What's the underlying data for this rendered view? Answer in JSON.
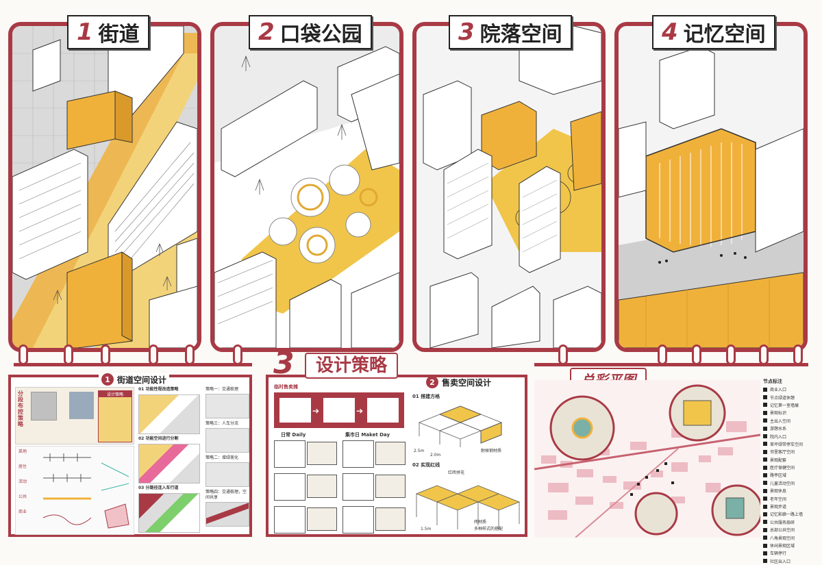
{
  "panels": [
    {
      "num": "1",
      "title": "街道"
    },
    {
      "num": "2",
      "title": "口袋公园"
    },
    {
      "num": "3",
      "title": "院落空间"
    },
    {
      "num": "4",
      "title": "记忆空间"
    }
  ],
  "street_design": {
    "num": "1",
    "title": "街道空间设计",
    "vertical_label": "分段布控策略",
    "subs": [
      {
        "num": "01",
        "label": "功能性程改造策略"
      },
      {
        "num": "02",
        "label": "功能空间进行分割"
      },
      {
        "num": "03",
        "label": "分路径连入车行道"
      }
    ],
    "node_labels": [
      "菜地",
      "居住",
      "活动",
      "公共",
      "商业"
    ],
    "tactic_title": "设计策略",
    "side_labels": [
      "策略一：交通梳理",
      "策略三：人车分流",
      "策略二：增绿美化",
      "策略四：交通梳理，空间共享"
    ]
  },
  "strategy": {
    "num": "3",
    "title": "设计策略"
  },
  "market_design": {
    "num": "2",
    "title": "售卖空间设计",
    "seq_title": "临时售卖摊",
    "daily": "日常 Daily",
    "market_day": "集市日 Maket Day",
    "sub1": "01 搭建方格",
    "sub2": "02 实现红线",
    "annot1": "耐候钢材质",
    "annot2": "红砖拼花",
    "annot3": "砖材质",
    "annot4": "多种样式的搭配",
    "dims": [
      "2.5m",
      "2.0m",
      "1.5m"
    ]
  },
  "masterplan": {
    "title": "总彩平图",
    "legend_title": "节点标注",
    "legend": [
      "商业入口",
      "节点绿道休憩",
      "记忆第一室墙展",
      "景观标识",
      "主出入空间",
      "游憩水系",
      "院内入口",
      "草坪绿带停车空间",
      "邻里客厅空间",
      "景观配套",
      "医疗保健空间",
      "路亭区域",
      "儿童活动空间",
      "景观休息",
      "老年空间",
      "景观步道",
      "记忆影廊一路上墙",
      "公共服务扇研",
      "总部公共空间",
      "八角景观空间",
      "休闲景观区域",
      "车辆停行",
      "社区出入口"
    ]
  },
  "colors": {
    "accent": "#a83a45",
    "highlight": "#f0b13b",
    "pale_yellow": "#f3d37a",
    "building": "#ffffff",
    "ground": "#c9c9c9"
  }
}
